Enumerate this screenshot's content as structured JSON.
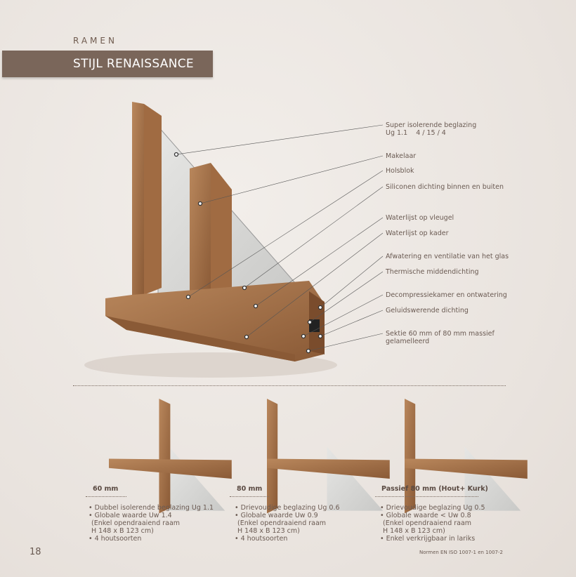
{
  "header": {
    "section": "RAMEN",
    "title": "STIJL RENAISSANCE"
  },
  "callouts": [
    {
      "label": "Super isolerende beglazing",
      "sub": "Ug 1.1    4 / 15 / 4"
    },
    {
      "label": "Makelaar"
    },
    {
      "label": "Holsblok"
    },
    {
      "label": "Siliconen dichting binnen en buiten"
    },
    {
      "label": "Waterlijst op vleugel"
    },
    {
      "label": "Waterlijst op kader"
    },
    {
      "label": "Afwatering en ventilatie van het glas"
    },
    {
      "label": "Thermische middendichting"
    },
    {
      "label": "Decompressiekamer en ontwatering"
    },
    {
      "label": "Geluidswerende dichting"
    },
    {
      "label": "Sektie 60 mm of 80 mm massief",
      "sub": "gelamelleerd"
    }
  ],
  "variants": [
    {
      "title": "60 mm",
      "items": [
        "• Dubbel isolerende beglazing Ug 1.1",
        "• Globale waarde Uw 1.4",
        "(Enkel opendraaiend raam",
        "H 148 x B 123 cm)",
        "• 4 houtsoorten"
      ]
    },
    {
      "title": "80 mm",
      "items": [
        "• Drievoudige beglazing Ug 0.6",
        "• Globale waarde Uw 0.9",
        "(Enkel opendraaiend raam",
        "H 148 x B 123 cm)",
        "• 4 houtsoorten"
      ]
    },
    {
      "title": "Passief 80 mm (Hout+ Kurk)",
      "items": [
        "• Drievoudige beglazing Ug 0.5",
        "• Globale waarde < Uw 0.8",
        "(Enkel opendraaiend raam",
        "H 148 x B 123 cm)",
        "• Enkel verkrijgbaar in lariks"
      ]
    }
  ],
  "footer": {
    "page": "18",
    "norm": "Normen EN ISO 1007-1 en 1007-2"
  },
  "colors": {
    "band": "#7a665a",
    "wood": "#a8744a"
  }
}
